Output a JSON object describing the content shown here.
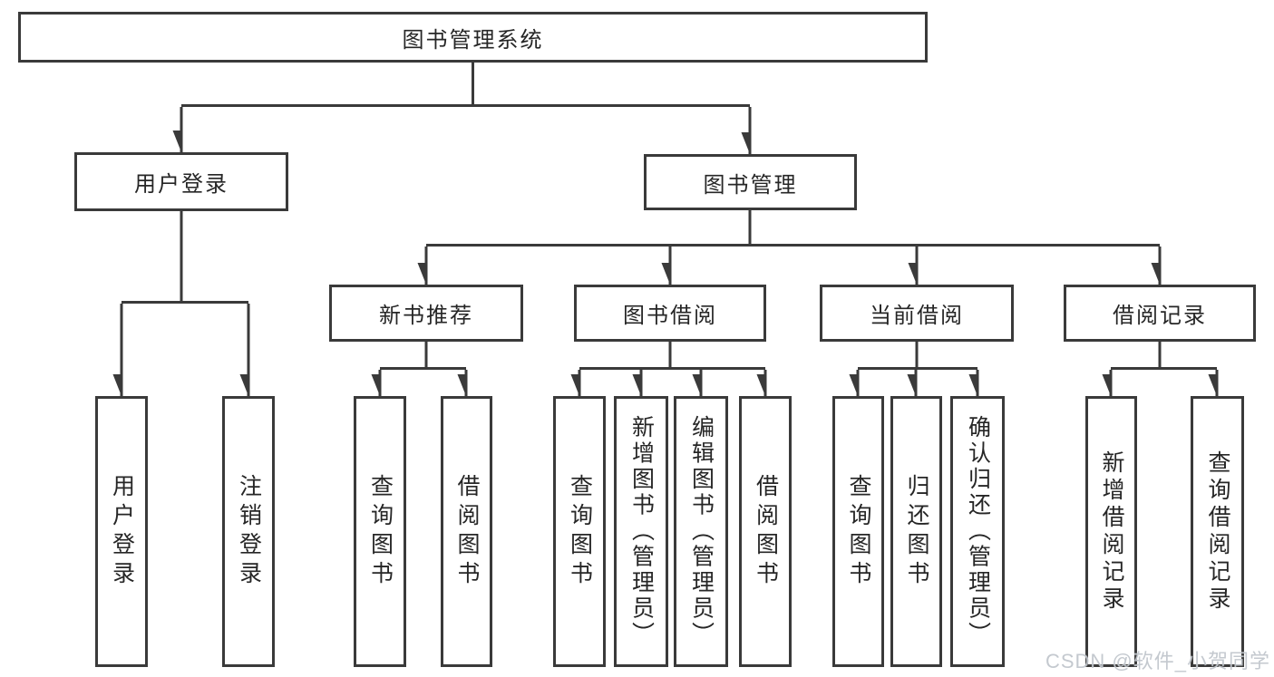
{
  "diagram": {
    "root": {
      "label": "图书管理系统"
    },
    "branches": [
      {
        "label": "用户登录",
        "children": [
          "用户登录",
          "注销登录"
        ]
      },
      {
        "label": "图书管理",
        "sections": [
          {
            "label": "新书推荐",
            "children": [
              "查询图书",
              "借阅图书"
            ]
          },
          {
            "label": "图书借阅",
            "children": [
              "查询图书",
              "新增图书（管理员）",
              "编辑图书（管理员）",
              "借阅图书"
            ]
          },
          {
            "label": "当前借阅",
            "children": [
              "查询图书",
              "归还图书",
              "确认归还（管理员）"
            ]
          },
          {
            "label": "借阅记录",
            "children": [
              "新增借阅记录",
              "查询借阅记录"
            ]
          }
        ]
      }
    ]
  },
  "watermark": "CSDN @软件_小贺同学",
  "colors": {
    "line": "#3a3a3a",
    "text": "#262626",
    "background": "#ffffff",
    "watermark": "#bcc2c8"
  }
}
